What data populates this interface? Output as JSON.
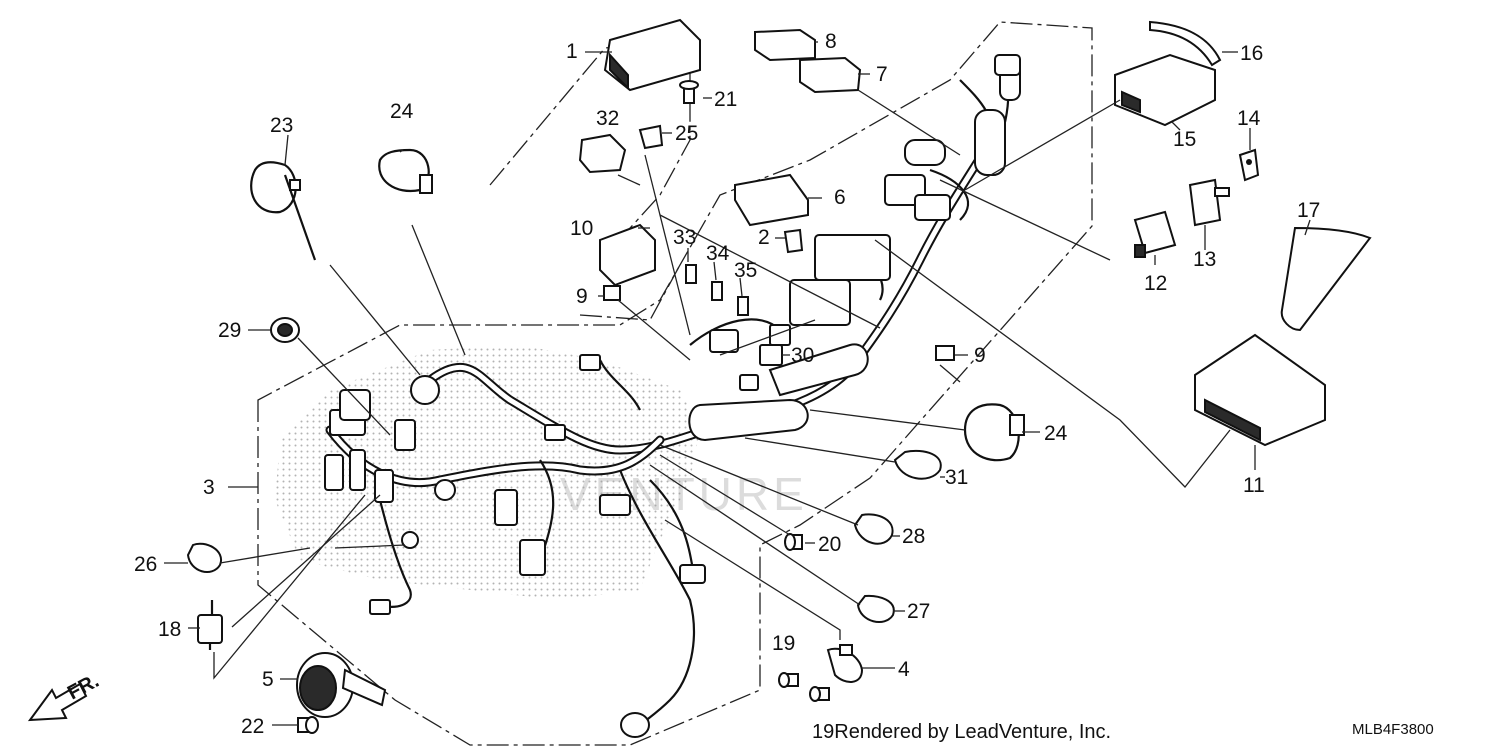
{
  "callouts": [
    {
      "id": "c1",
      "label": "1"
    },
    {
      "id": "c2",
      "label": "2"
    },
    {
      "id": "c3",
      "label": "3"
    },
    {
      "id": "c4",
      "label": "4"
    },
    {
      "id": "c5",
      "label": "5"
    },
    {
      "id": "c6",
      "label": "6"
    },
    {
      "id": "c7",
      "label": "7"
    },
    {
      "id": "c8",
      "label": "8"
    },
    {
      "id": "c9a",
      "label": "9"
    },
    {
      "id": "c9b",
      "label": "9"
    },
    {
      "id": "c10",
      "label": "10"
    },
    {
      "id": "c11",
      "label": "11"
    },
    {
      "id": "c12",
      "label": "12"
    },
    {
      "id": "c13",
      "label": "13"
    },
    {
      "id": "c14",
      "label": "14"
    },
    {
      "id": "c15",
      "label": "15"
    },
    {
      "id": "c16",
      "label": "16"
    },
    {
      "id": "c17",
      "label": "17"
    },
    {
      "id": "c18",
      "label": "18"
    },
    {
      "id": "c19a",
      "label": "19"
    },
    {
      "id": "c20",
      "label": "20"
    },
    {
      "id": "c21",
      "label": "21"
    },
    {
      "id": "c22",
      "label": "22"
    },
    {
      "id": "c23",
      "label": "23"
    },
    {
      "id": "c24a",
      "label": "24"
    },
    {
      "id": "c24b",
      "label": "24"
    },
    {
      "id": "c25",
      "label": "25"
    },
    {
      "id": "c26",
      "label": "26"
    },
    {
      "id": "c27",
      "label": "27"
    },
    {
      "id": "c28",
      "label": "28"
    },
    {
      "id": "c29",
      "label": "29"
    },
    {
      "id": "c30",
      "label": "30"
    },
    {
      "id": "c31",
      "label": "31"
    },
    {
      "id": "c32",
      "label": "32"
    },
    {
      "id": "c33",
      "label": "33"
    },
    {
      "id": "c34",
      "label": "34"
    },
    {
      "id": "c35",
      "label": "35"
    }
  ],
  "footer": {
    "credit": "19Rendered by LeadVenture, Inc.",
    "diagram_code": "MLB4F3800",
    "front_marker": "FR.",
    "watermark": "VENTURE"
  }
}
